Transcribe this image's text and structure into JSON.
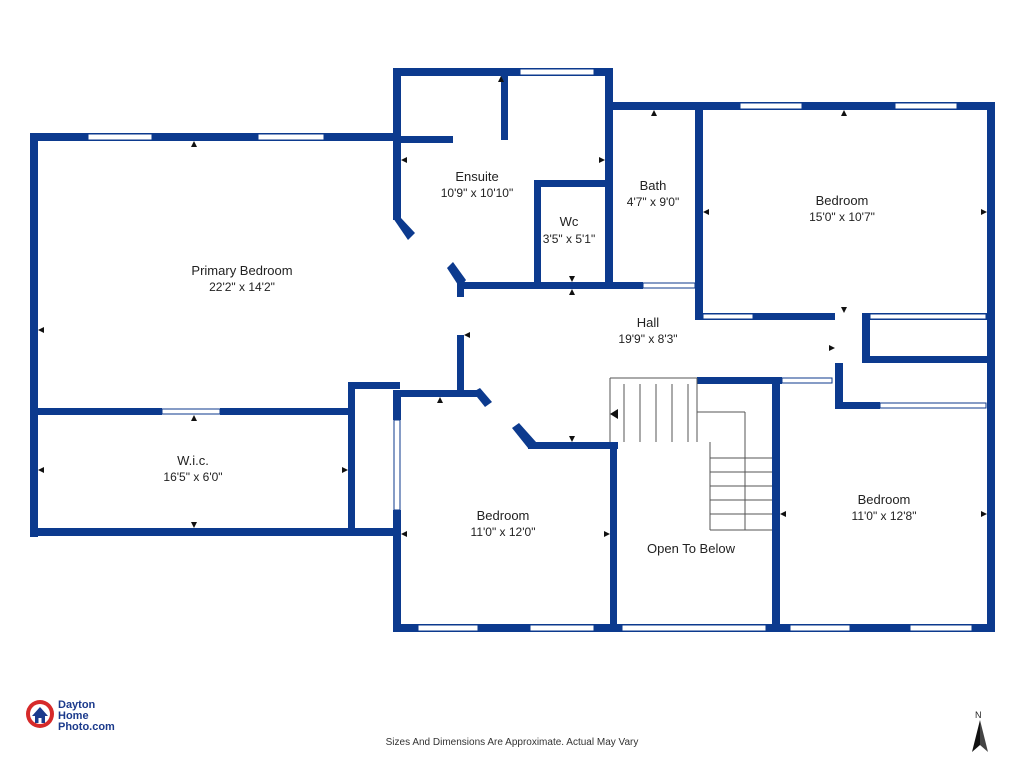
{
  "rooms": {
    "primary_bedroom": {
      "name": "Primary Bedroom",
      "dims": "22'2\" x 14'2\""
    },
    "ensuite": {
      "name": "Ensuite",
      "dims": "10'9\" x 10'10\""
    },
    "wc": {
      "name": "Wc",
      "dims": "3'5\" x 5'1\""
    },
    "bath": {
      "name": "Bath",
      "dims": "4'7\" x 9'0\""
    },
    "bedroom_ne": {
      "name": "Bedroom",
      "dims": "15'0\" x 10'7\""
    },
    "hall": {
      "name": "Hall",
      "dims": "19'9\" x 8'3\""
    },
    "wic": {
      "name": "W.i.c.",
      "dims": "16'5\" x 6'0\""
    },
    "bedroom_s": {
      "name": "Bedroom",
      "dims": "11'0\" x 12'0\""
    },
    "open_to_below": {
      "name": "Open To Below"
    },
    "bedroom_se": {
      "name": "Bedroom",
      "dims": "11'0\" x 12'8\""
    }
  },
  "logo": {
    "line1": "Dayton",
    "line2": "Home",
    "line3": "Photo.com"
  },
  "disclaimer": "Sizes And Dimensions Are Approximate. Actual May Vary",
  "north_label": "N",
  "colors": {
    "wall": "#0c3a8e",
    "logo_ring": "#d62a2a"
  }
}
